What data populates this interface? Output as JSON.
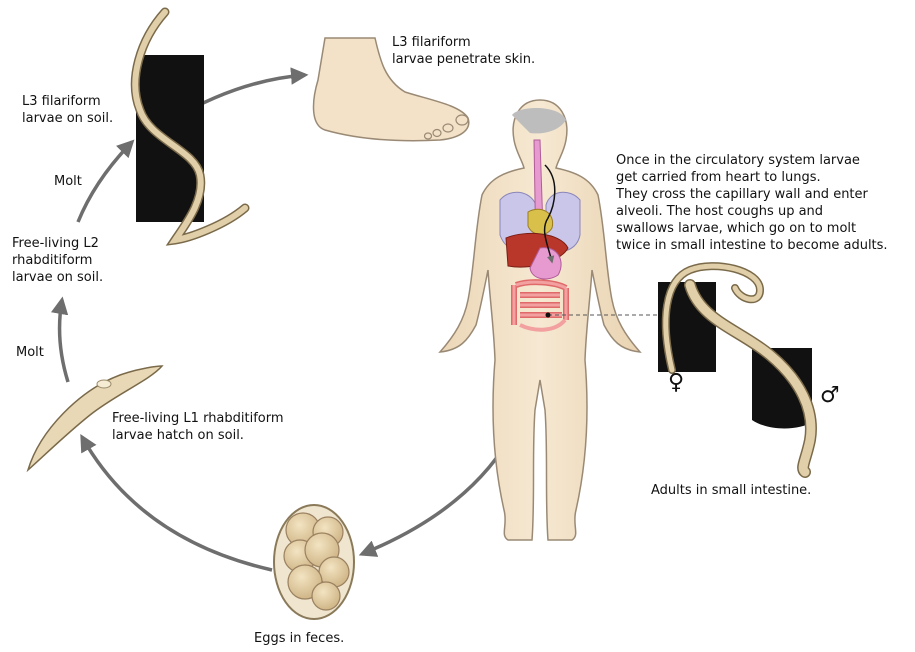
{
  "labels": {
    "l3_soil": "L3 filariform\nlarvae on soil.",
    "l3_skin": "L3 filariform\nlarvae penetrate skin.",
    "molt_top": "Molt",
    "l2_soil": "Free-living L2\nrhabditiform\nlarvae on soil.",
    "molt_bottom": "Molt",
    "l1_soil": "Free-living L1 rhabditiform\nlarvae hatch on soil.",
    "circulatory": "Once in the circulatory system larvae\nget carried from heart to lungs.\nThey cross the capillary wall and enter\nalveoli. The host coughs up and\nswallows larvae, which go on to molt\ntwice in small intestine to become adults.",
    "adults": "Adults in small intestine.",
    "eggs": "Eggs in feces.",
    "female_symbol": "♀",
    "male_symbol": "♂"
  },
  "colors": {
    "arrow": "#6e6e6e",
    "skin": "#f3e2c8",
    "skin_outline": "#9a8a75",
    "worm_fill": "#e0cfa8",
    "worm_outline": "#7a6a4a",
    "dark_bg": "#111111",
    "lungs": "#c9c6ea",
    "liver": "#b8372a",
    "intestine": "#f2a0a0",
    "stomach": "#e79ad0",
    "egg_shell": "#f0e6cf",
    "egg_cell": "#e2cb9c"
  }
}
